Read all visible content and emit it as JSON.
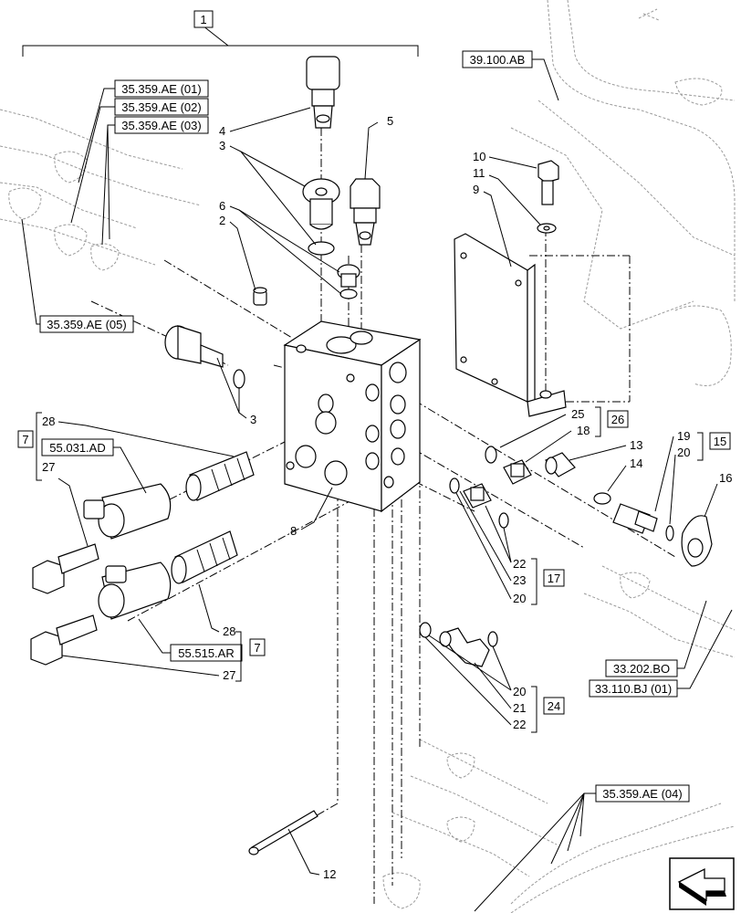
{
  "assembly_number": "1",
  "reference_labels": {
    "ref_35359ae_01": "35.359.AE (01)",
    "ref_35359ae_02": "35.359.AE (02)",
    "ref_35359ae_03": "35.359.AE (03)",
    "ref_35359ae_05": "35.359.AE (05)",
    "ref_35359ae_04": "35.359.AE (04)",
    "ref_39100ab": "39.100.AB",
    "ref_55031ad": "55.031.AD",
    "ref_55515ar": "55.515.AR",
    "ref_33202bo": "33.202.BO",
    "ref_33110bj_01": "33.110.BJ (01)"
  },
  "kit_labels": {
    "kit_7_top": "7",
    "kit_7_bottom": "7",
    "kit_26": "26",
    "kit_15": "15",
    "kit_17": "17",
    "kit_24": "24"
  },
  "callouts": {
    "c4": "4",
    "c3a": "3",
    "c5": "5",
    "c6": "6",
    "c2": "2",
    "c3b": "3",
    "c28a": "28",
    "c27a": "27",
    "c8": "8",
    "c10": "10",
    "c11": "11",
    "c9": "9",
    "c25": "25",
    "c18": "18",
    "c13": "13",
    "c14": "14",
    "c19": "19",
    "c20a": "20",
    "c16": "16",
    "c22a": "22",
    "c23": "23",
    "c20b": "20",
    "c28b": "28",
    "c27b": "27",
    "c20c": "20",
    "c21": "21",
    "c22b": "22",
    "c12": "12"
  },
  "icons": {
    "nav_arrow": "next-page-arrow-icon"
  }
}
